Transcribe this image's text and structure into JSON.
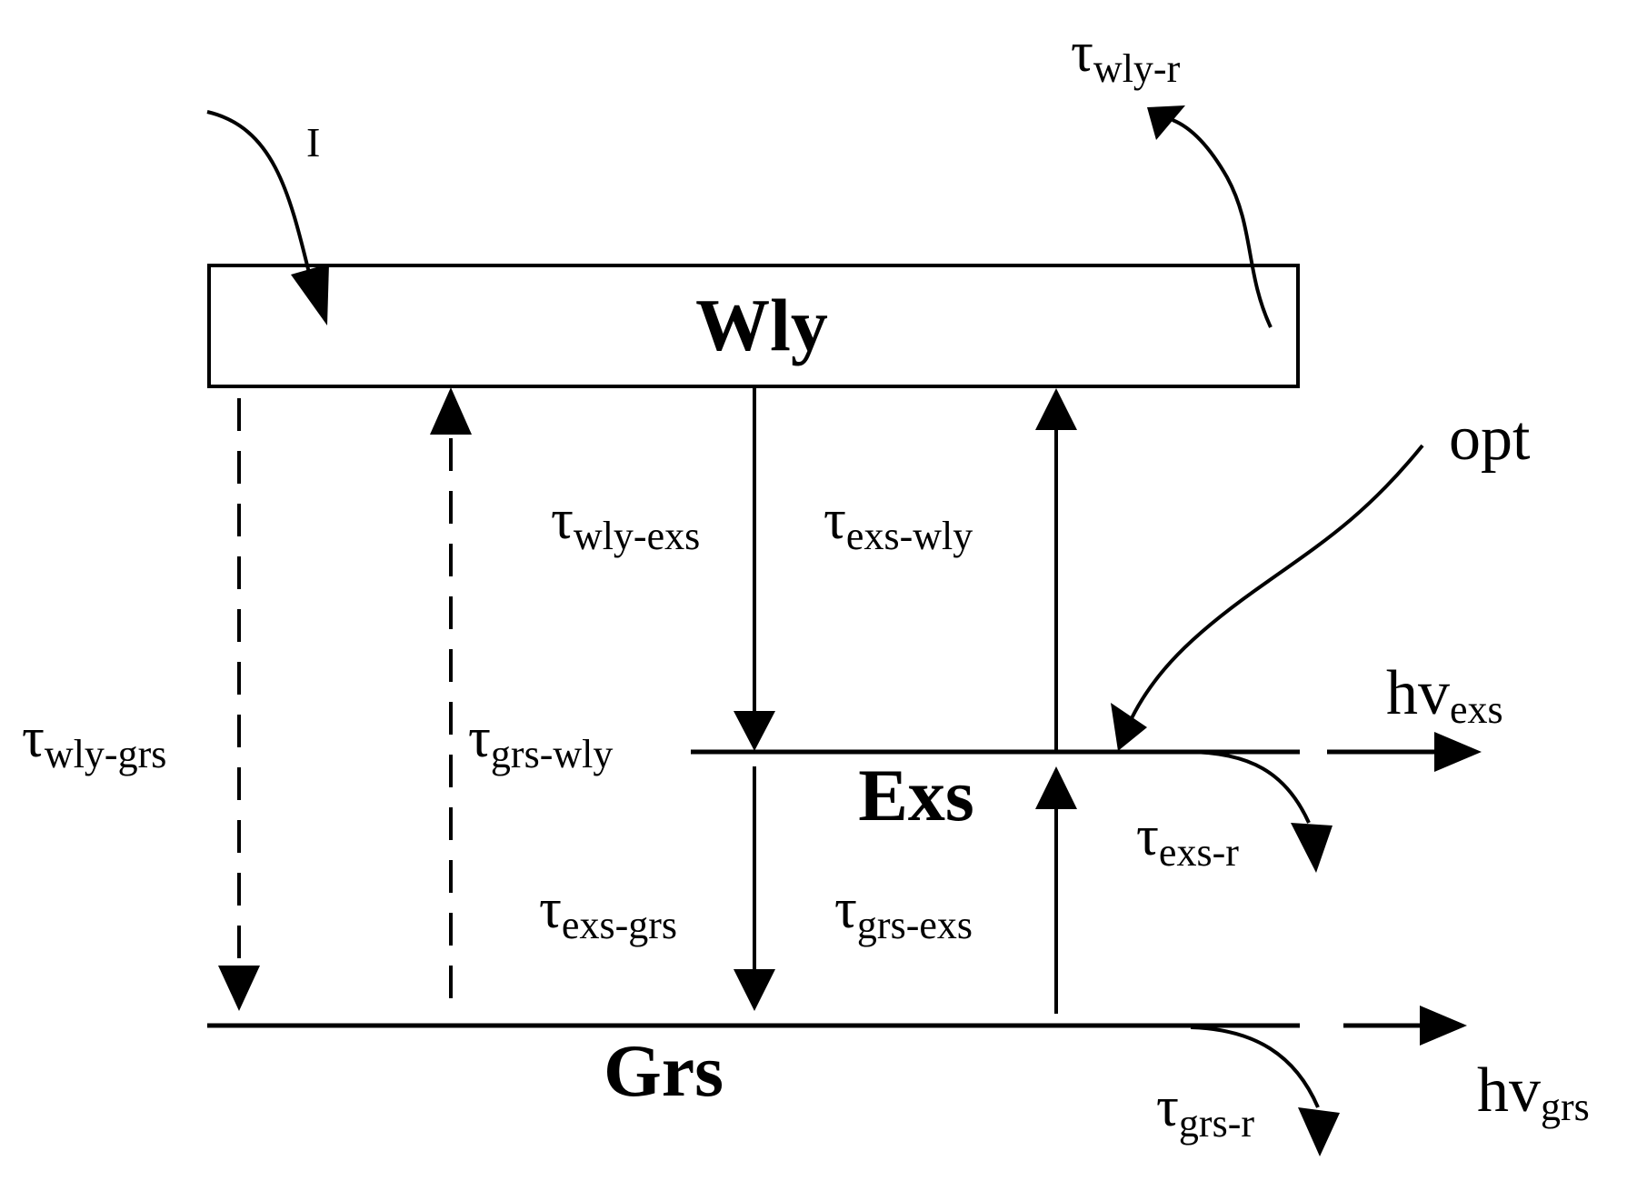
{
  "levels": {
    "wly": "Wly",
    "exs": "Exs",
    "grs": "Grs"
  },
  "inputs": {
    "current": "I",
    "optical": "opt"
  },
  "emissions": {
    "exs": {
      "base": "hv",
      "sub": "exs"
    },
    "grs": {
      "base": "hv",
      "sub": "grs"
    }
  },
  "tau": {
    "symbol": "τ",
    "wly_r": "wly-r",
    "wly_exs": "wly-exs",
    "exs_wly": "exs-wly",
    "wly_grs": "wly-grs",
    "grs_wly": "grs-wly",
    "exs_grs": "exs-grs",
    "grs_exs": "grs-exs",
    "exs_r": "exs-r",
    "grs_r": "grs-r"
  }
}
